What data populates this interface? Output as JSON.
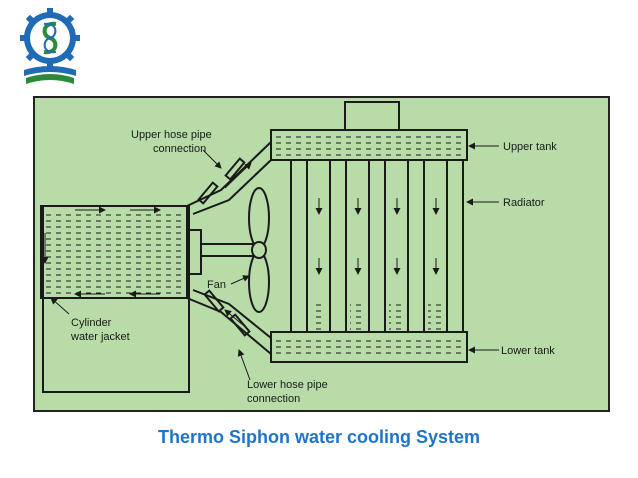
{
  "logo": {
    "icon": "university-emblem-icon",
    "primary_color": "#1f6bb5",
    "accent_color": "#2a8a3a",
    "emblem_letter": "S"
  },
  "diagram": {
    "labels": {
      "upper_hose_line1": "Upper hose pipe",
      "upper_hose_line2": "connection",
      "upper_tank": "Upper tank",
      "radiator": "Radiator",
      "fan": "Fan",
      "cylinder_line1": "Cylinder",
      "cylinder_line2": "water jacket",
      "lower_tank": "Lower tank",
      "lower_hose_line1": "Lower hose pipe",
      "lower_hose_line2": "connection"
    }
  },
  "caption": "Thermo Siphon water cooling System",
  "colors": {
    "caption": "#1f74c8",
    "figure_background": "#b8dca8",
    "line": "#1a1a1a"
  }
}
